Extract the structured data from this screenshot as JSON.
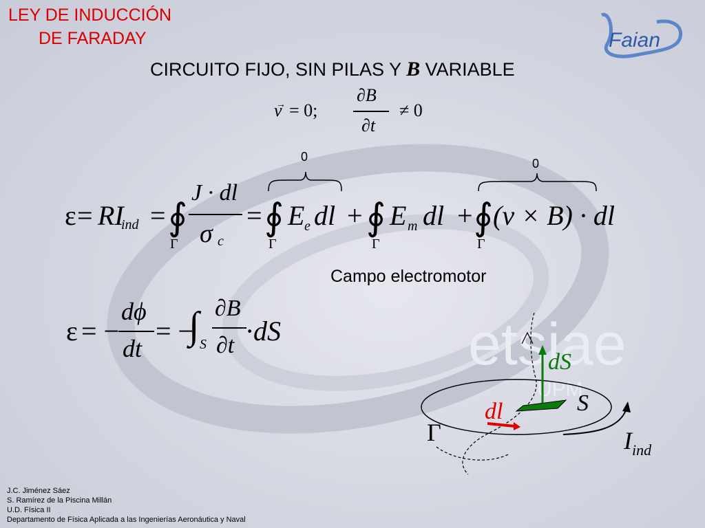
{
  "slide": {
    "title_line1": "LEY DE INDUCCIÓN",
    "title_line2": "DE FARADAY",
    "subtitle_prefix": "CIRCUITO FIJO, SIN PILAS Y ",
    "subtitle_symbol": "B",
    "subtitle_suffix": " VARIABLE",
    "brace_label_left": "0",
    "brace_label_right": "0",
    "annotation": "Campo electromotor",
    "logo_text": "Faian",
    "watermark_text": "etsiae",
    "watermark_sub": "UPM"
  },
  "equations": {
    "cond_v": "v",
    "cond_eq0": "= 0;",
    "cond_dB": "∂B",
    "cond_dt": "∂t",
    "cond_ne0": "≠ 0",
    "eps": "ε",
    "eq_sign": "=",
    "RI": "RI",
    "ind": "ind",
    "J_dl": "J · dl",
    "sigma": "σ",
    "c": "c",
    "E": "E",
    "e": "e",
    "m": "m",
    "dl": "dl",
    "plus": "+",
    "vxB": "(v × B) · dl",
    "gamma": "Γ",
    "dphi": "dϕ",
    "dt": "dt",
    "minus_eq": "= −",
    "S": "S",
    "dS": "dS"
  },
  "diagram": {
    "dS": "dS",
    "S": "S",
    "dl": "dl",
    "Gamma": "Γ",
    "I": "I",
    "ind": "ind"
  },
  "credits": [
    "J.C. Jiménez Sáez",
    "S. Ramírez de la Piscina Millán",
    "U.D. Física II",
    "Departamento de Física Aplicada a las Ingenierías Aeronáutica y Naval"
  ]
}
